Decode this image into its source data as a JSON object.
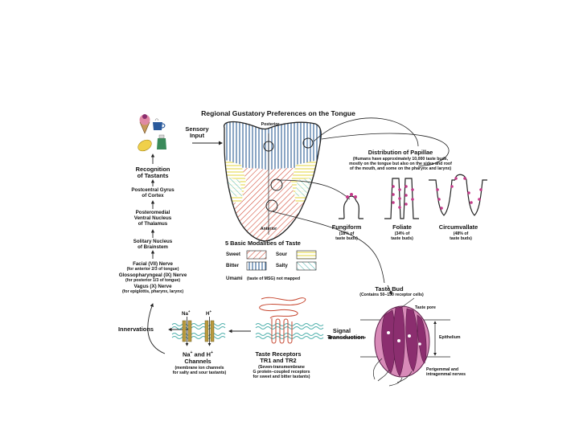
{
  "title": "Regional Gustatory Preferences on the Tongue",
  "tongue": {
    "posterior": "Posterior",
    "anterior": "Anterior"
  },
  "pathway": {
    "sensory_input": [
      "Sensory",
      "Input"
    ],
    "recognition": [
      "Recognition",
      "of Tastants"
    ],
    "cortex": [
      "Postcentral Gyrus",
      "of Cortex"
    ],
    "thalamus": [
      "Posteromedial",
      "Ventral Nucleus",
      "of Thalamus"
    ],
    "brainstem": [
      "Solitary Nucleus",
      "of Brainstem"
    ],
    "nerves": [
      "Facial (VII) Nerve",
      "(for anterior 2/3 of tongue)",
      "Glossopharyngeal (IX) Nerve",
      "(for posterior 1/3 of tongue)",
      "Vagus (X) Nerve",
      "(for epiglottis, pharynx, larynx)"
    ],
    "innervations": "Innervations"
  },
  "papillae": {
    "heading": "Distribution of Papillae",
    "note": [
      "(Humans have approximately 10,000 taste buds,",
      "mostly on the tongue but also on the sides and roof",
      "of the mouth, and some on the pharynx and larynx)"
    ],
    "types": [
      {
        "name": "Fungiform",
        "pct": [
          "(18% of",
          "taste buds)"
        ]
      },
      {
        "name": "Foliate",
        "pct": [
          "(34% of",
          "taste buds)"
        ]
      },
      {
        "name": "Circumvallate",
        "pct": [
          "(48% of",
          "taste buds)"
        ]
      }
    ]
  },
  "modalities": {
    "heading": "5 Basic Modalities of Taste",
    "items": [
      {
        "name": "Sweet",
        "color": "#d0402a"
      },
      {
        "name": "Sour",
        "color": "#e8dc5a"
      },
      {
        "name": "Bitter",
        "color": "#2c5d93"
      },
      {
        "name": "Salty",
        "color": "#52b8b2"
      }
    ],
    "umami": "Umami",
    "umami_note": "(taste of MSG) not mapped"
  },
  "taste_bud": {
    "heading": "Taste Bud",
    "sub": "(Contains 50–150 receptor cells)",
    "pore": "Taste pore",
    "epithelium": "Epithelium",
    "nerves": [
      "Perigemmal and",
      "intragemmal nerves"
    ]
  },
  "signal": [
    "Signal",
    "Transduction"
  ],
  "receptors": {
    "heading": [
      "Taste Receptors",
      "TR1 and TR2"
    ],
    "sub": [
      "(Seven-transmembrane",
      "G protein–coupled receptors",
      "for sweet and bitter tastants)"
    ]
  },
  "channels": {
    "na": "Na",
    "h": "H",
    "plus": "+",
    "heading_a": "Na",
    "heading_b": " and H",
    "heading_c": "Channels",
    "sub": [
      "(membrane ion channels",
      "for salty and sour tastants)"
    ]
  },
  "colors": {
    "purple": "#8b2e6f",
    "magenta": "#c43a8a",
    "membrane": "#4fb0ac",
    "receptor_red": "#c6452e"
  }
}
